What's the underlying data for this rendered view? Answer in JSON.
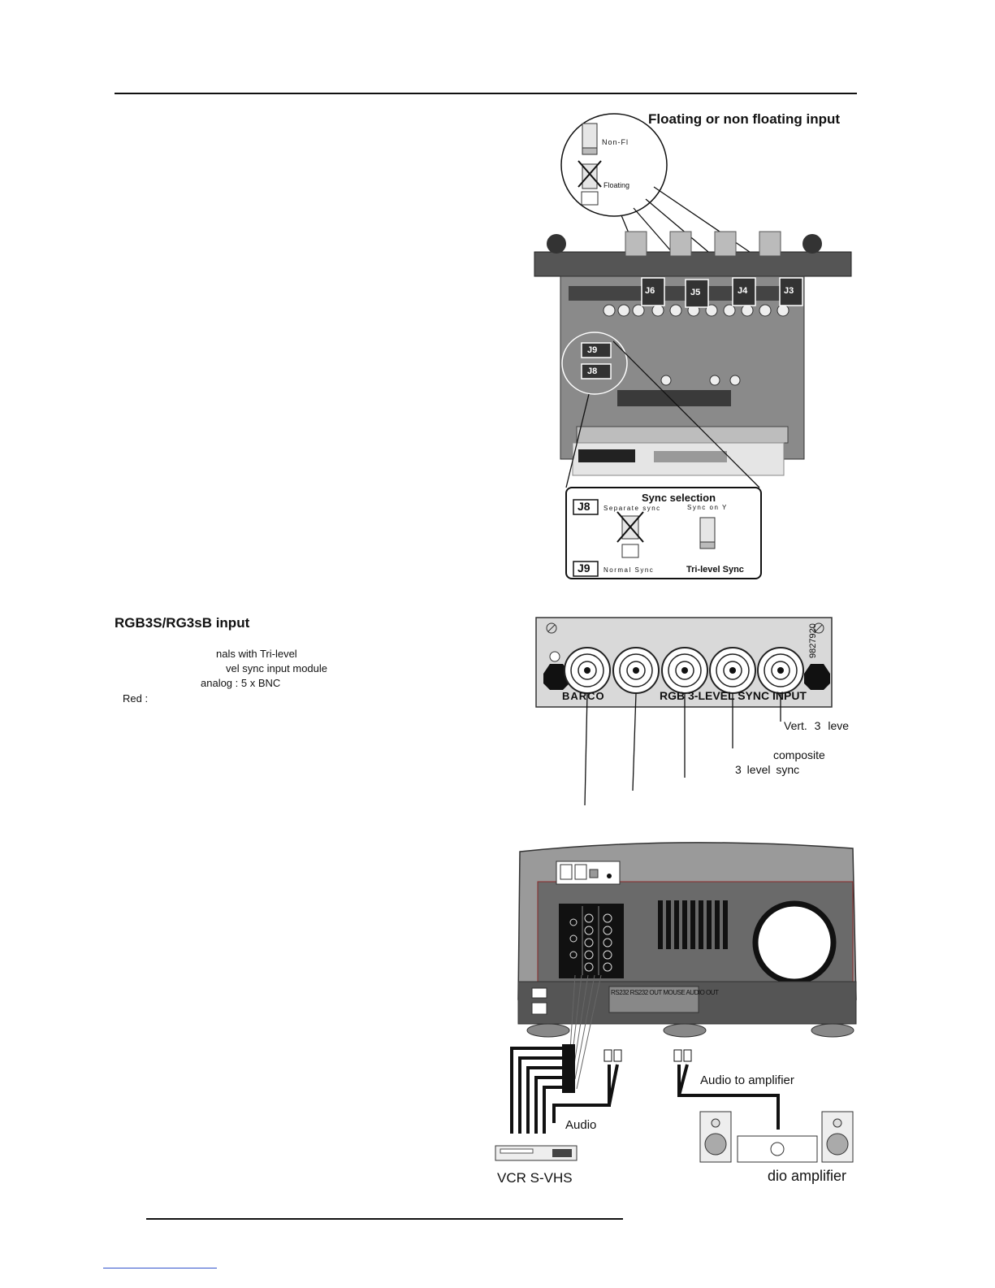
{
  "figure_top": {
    "title": "Floating or non floating input",
    "callout_labels": {
      "non_fl": "Non-Fl",
      "floating": "Floating"
    },
    "jumpers": [
      "J6",
      "J5",
      "J4",
      "J3"
    ],
    "sync_jumpers": [
      "J9",
      "J8"
    ],
    "sync_panel": {
      "title": "Sync selection",
      "j8": "J8",
      "j9": "J9",
      "separate_sync": "Separate sync",
      "sync_on_y": "Sync on Y",
      "normal_sync": "Normal Sync",
      "tri_level_sync": "Tri-level Sync"
    }
  },
  "section": {
    "heading": "RGB3S/RG3sB input",
    "lines": [
      "nals with Tri-level",
      "vel sync input module",
      "analog : 5 x BNC",
      "Red :"
    ]
  },
  "module_panel": {
    "brand": "BARCO",
    "label": "RGB 3-LEVEL SYNC INPUT",
    "part_number": "9827920",
    "callouts": [
      "Vert. 3 leve",
      "composite",
      "3 level sync"
    ]
  },
  "projector": {
    "port_labels": "RS232 RS232 OUT MOUSE AUDIO OUT",
    "audio_to_amplifier": "Audio to amplifier",
    "audio": "Audio",
    "vcr": "VCR S-VHS",
    "amplifier": "dio amplifier"
  },
  "colors": {
    "text": "#111111",
    "panel_gray": "#d8d8d8",
    "projector_body": "#6a6a6a",
    "projector_top": "#9a9a9a"
  }
}
